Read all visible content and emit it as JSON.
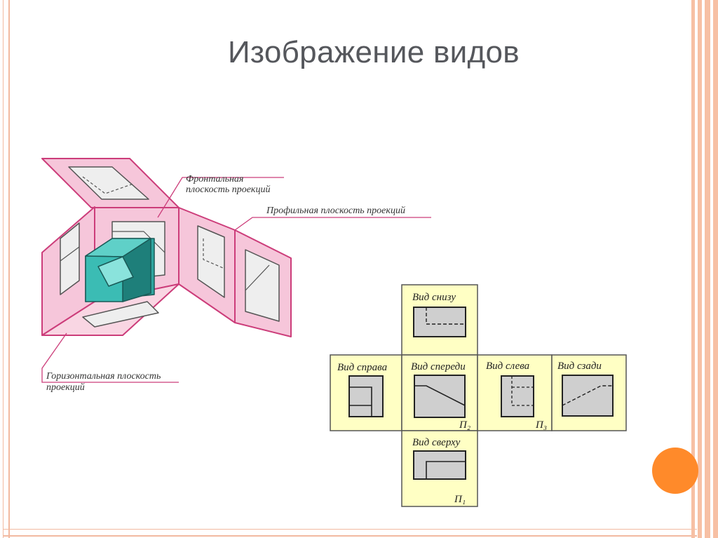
{
  "title": "Изображение видов",
  "pictorial": {
    "frontal_label_line1": "Фронтальная",
    "frontal_label_line2": "плоскость проекций",
    "profile_label": "Профильная плоскость проекций",
    "horizontal_label_line1": "Горизонтальная плоскость",
    "horizontal_label_line2": "проекций"
  },
  "views": {
    "bottom": "Вид снизу",
    "right": "Вид справа",
    "front": "Вид спереди",
    "left": "Вид слева",
    "back": "Вид сзади",
    "top": "Вид сверху",
    "plane_front": "П₂",
    "plane_left": "П₃",
    "plane_top": "П₁"
  },
  "colors": {
    "plane_pink": "#f6c6da",
    "plane_border": "#cc3d7a",
    "cube_teal": "#2fa6a0",
    "view_yellow": "#ffffc4",
    "view_gray": "#cfcfcf",
    "frame_accent": "#f7c0a4",
    "dot_orange": "#ff8a2a"
  }
}
